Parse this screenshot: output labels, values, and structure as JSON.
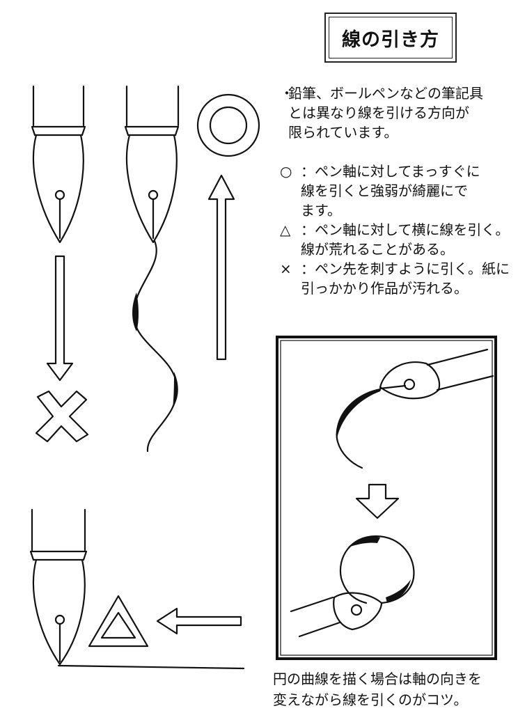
{
  "title": "線の引き方",
  "intro": {
    "bullet": "・",
    "lines": [
      "鉛筆、ボールペンなどの筆記具",
      "とは異なり線を引ける方向が",
      "限られています。"
    ]
  },
  "rules": [
    {
      "mark": "○",
      "lines": [
        "：ペン軸に対してまっすぐに",
        "線を引くと強弱が綺麗にで",
        "ます。"
      ]
    },
    {
      "mark": "△",
      "lines": [
        "：ペン軸に対して横に線を引く。",
        "線が荒れることがある。"
      ]
    },
    {
      "mark": "×",
      "lines": [
        "：ペン先を刺すように引く。紙に",
        "引っかかり作品が汚れる。"
      ]
    }
  ],
  "caption": {
    "lines": [
      "円の曲線を描く場合は軸の向きを",
      "変えながら線を引くのがコツ。"
    ]
  }
}
